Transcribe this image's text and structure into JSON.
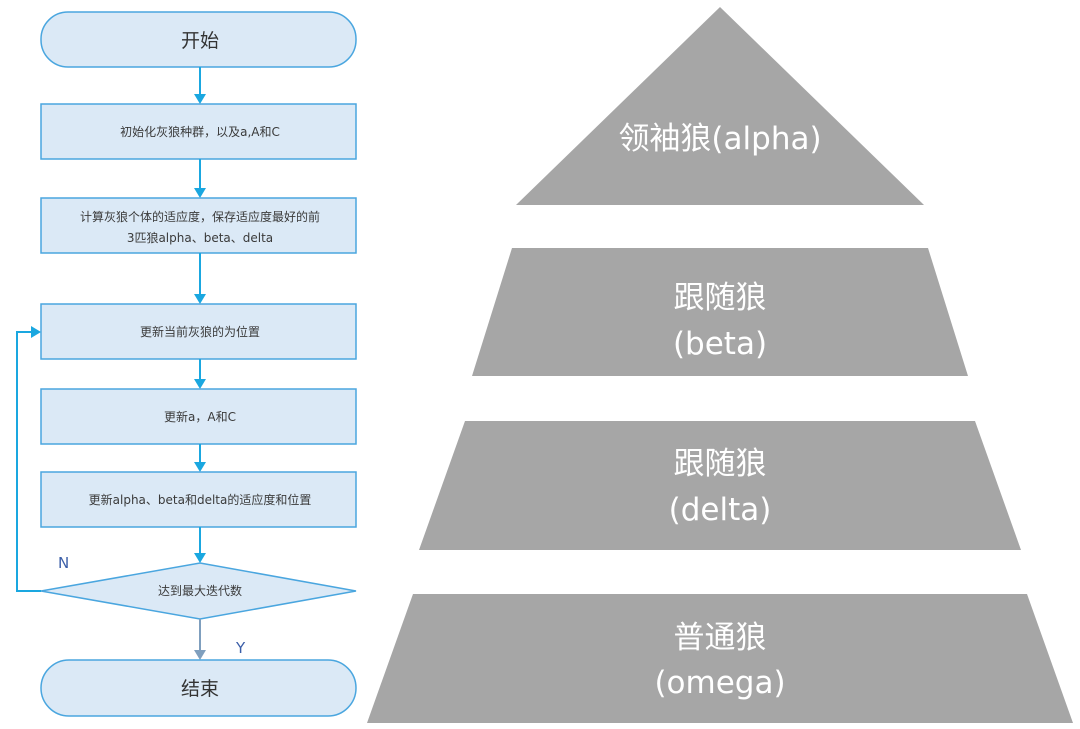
{
  "flowchart": {
    "start": "开始",
    "step1": "初始化灰狼种群，以及a,A和C",
    "step2_line1": "计算灰狼个体的适应度，保存适应度最好的前",
    "step2_line2": "3匹狼alpha、beta、delta",
    "step3": "更新当前灰狼的为位置",
    "step4": "更新a，A和C",
    "step5": "更新alpha、beta和delta的适应度和位置",
    "decision": "达到最大迭代数",
    "no_label": "N",
    "yes_label": "Y",
    "end": "结束"
  },
  "pyramid": {
    "tier1": "领袖狼(alpha)",
    "tier2_line1": "跟随狼",
    "tier2_line2": "(beta)",
    "tier3_line1": "跟随狼",
    "tier3_line2": "(delta)",
    "tier4_line1": "普通狼",
    "tier4_line2": "(omega)"
  },
  "colors": {
    "box_fill": "#dbe9f6",
    "box_stroke": "#4aa6df",
    "arrow": "#1aa7e0",
    "pyramid_fill": "#a6a6a6",
    "pyramid_text": "#ffffff"
  }
}
